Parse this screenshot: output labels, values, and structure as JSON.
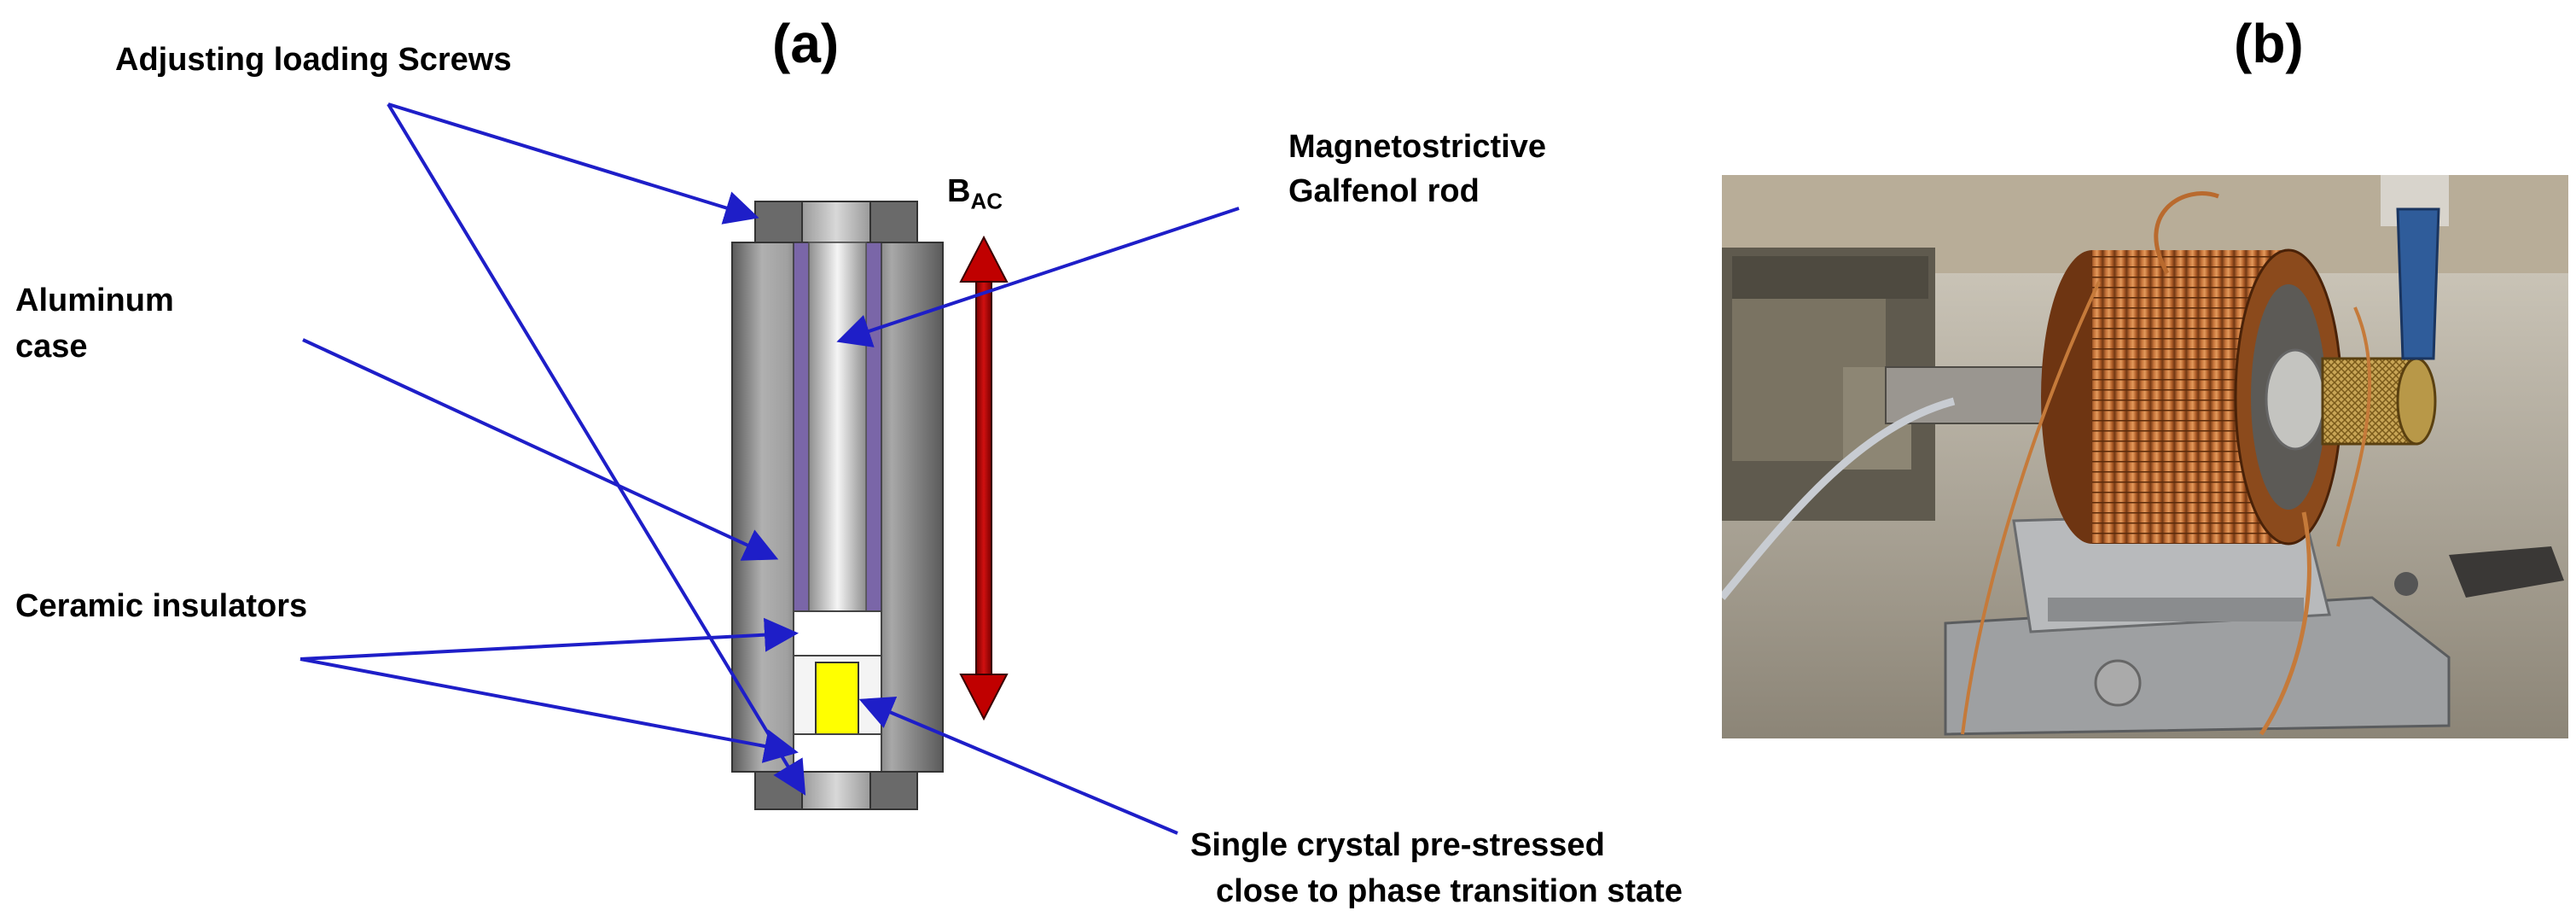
{
  "panels": {
    "a": "(a)",
    "b": "(b)"
  },
  "labels": {
    "screws": "Adjusting loading Screws",
    "rod_line1": "Magnetostrictive",
    "rod_line2": "Galfenol rod",
    "case_line1": "Aluminum",
    "case_line2": "case",
    "insulators": "Ceramic insulators",
    "crystal_line1": "Single crystal pre-stressed",
    "crystal_line2": "close to phase transition state",
    "field_main": "B",
    "field_sub": "AC"
  },
  "colors": {
    "arrow_lines": "#1e1ec8",
    "field_arrow": "#c00000",
    "galfenol": "#7a66a8",
    "crystal": "#ffff00",
    "case": "#8a8a8a",
    "coil": "#b5652a"
  }
}
